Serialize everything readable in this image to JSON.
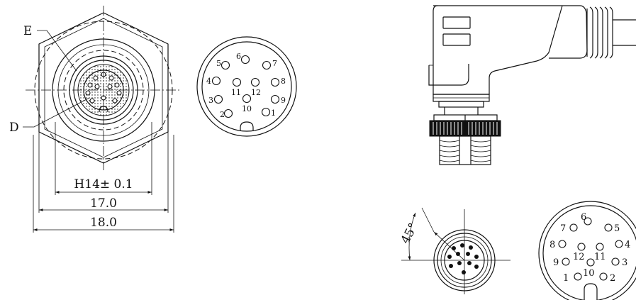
{
  "front_view": {
    "callouts": {
      "E": "E",
      "D": "D"
    },
    "dimensions": {
      "inner": "H14± 0.1",
      "middle": "17.0",
      "outer": "18.0"
    }
  },
  "pin_face_female": {
    "pins": [
      "1",
      "2",
      "3",
      "4",
      "5",
      "6",
      "7",
      "8",
      "9",
      "10",
      "11",
      "12"
    ]
  },
  "end_view": {
    "angle_label": "45°"
  },
  "pin_face_male": {
    "pins": [
      "1",
      "2",
      "3",
      "4",
      "5",
      "6",
      "7",
      "8",
      "9",
      "10",
      "11",
      "12"
    ]
  },
  "colors": {
    "line": "#111111",
    "background": "#ffffff"
  }
}
